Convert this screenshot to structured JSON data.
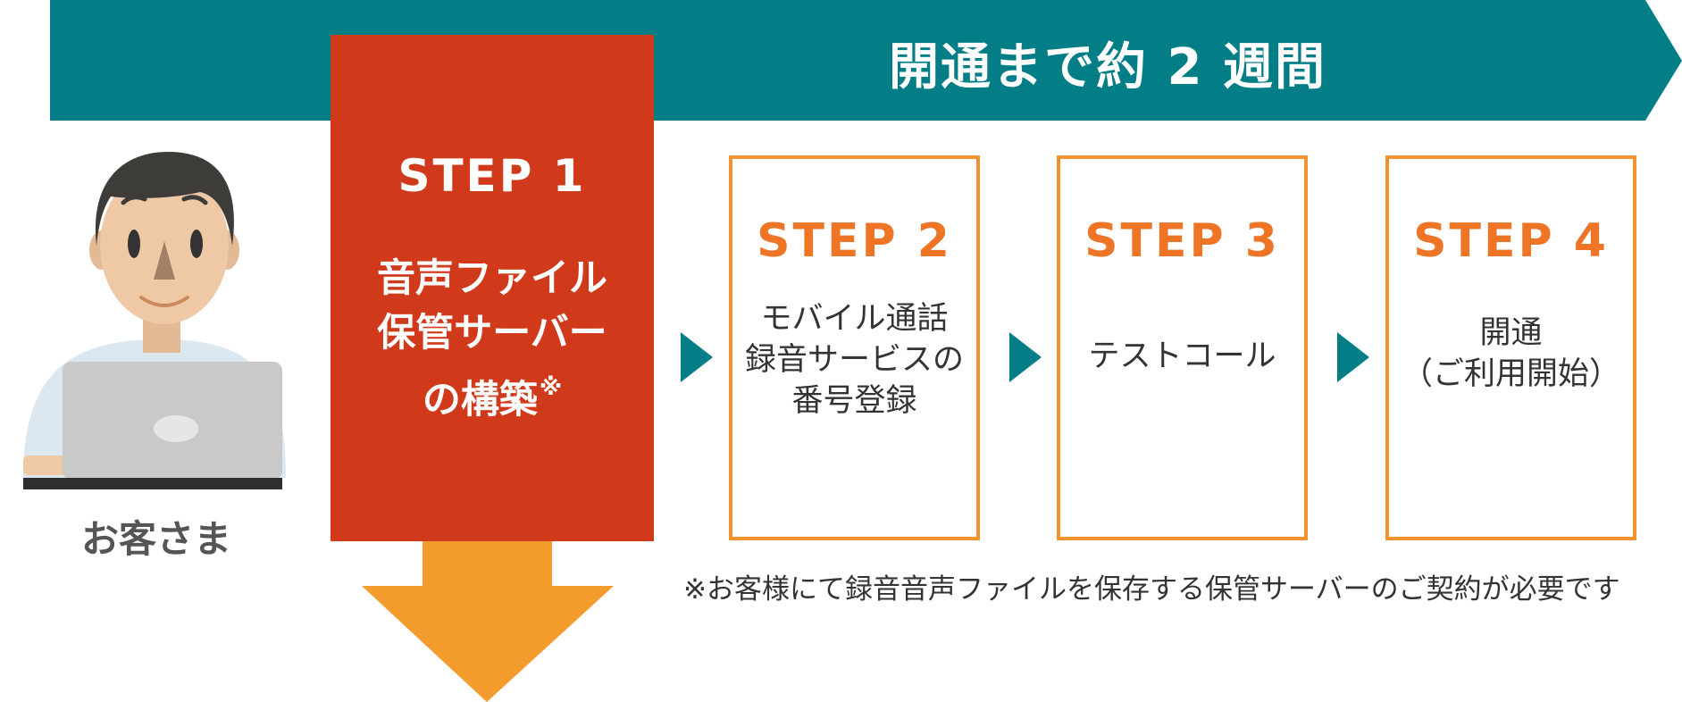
{
  "banner": {
    "text": "開通まで約 2 週間"
  },
  "customer": {
    "label": "お客さま"
  },
  "steps": [
    {
      "title": "STEP 1",
      "lines": [
        "音声ファイル",
        "保管サーバー",
        "の構築"
      ],
      "note_mark": "※"
    },
    {
      "title": "STEP 2",
      "lines": [
        "モバイル通話",
        "録音サービスの",
        "番号登録"
      ]
    },
    {
      "title": "STEP 3",
      "lines": [
        "テストコール"
      ]
    },
    {
      "title": "STEP 4",
      "lines": [
        "開通",
        "（ご利用開始）"
      ]
    }
  ],
  "footnote": "※お客様にて録音音声ファイルを保存する保管サーバーのご契約が必要です",
  "colors": {
    "banner": "#037e86",
    "step1": "#d03a1b",
    "step_border": "#f2932f",
    "step_title": "#ee7426",
    "down_arrow": "#f49b2e"
  }
}
